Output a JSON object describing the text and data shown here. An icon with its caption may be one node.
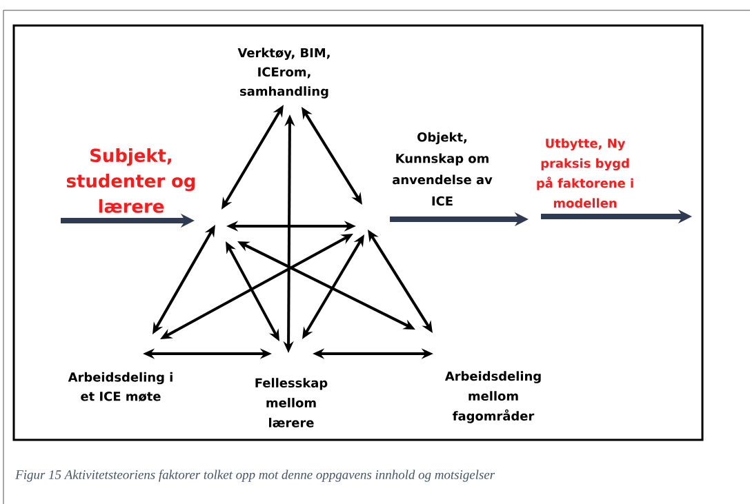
{
  "diagram": {
    "caption": "Figur 15 Aktivitetsteoriens faktorer tolket opp mot denne oppgavens innhold og motsigelser",
    "nodes": [
      {
        "text": [
          "Verktøy, BIM, ICErom, samhandling"
        ]
      },
      {
        "text": [
          "Subjekt, studenter og lærere"
        ]
      },
      {
        "text": [
          "Objekt, Kunnskap om anvendelse av ICE"
        ]
      },
      {
        "text": [
          "Utbytte, Ny praksis bygd på faktorene i modellen"
        ]
      },
      {
        "text": [
          "Arbeidsdeling i et ICE møte"
        ]
      },
      {
        "text": [
          "Fellesskap mellom lærere"
        ]
      },
      {
        "text": [
          "Arbeidsdeling mellom fagområder"
        ]
      }
    ],
    "edges": [
      {
        "from": 0,
        "to": 1,
        "arrow": "both"
      },
      {
        "from": 0,
        "to": 2,
        "arrow": "both"
      },
      {
        "from": 0,
        "to": 5,
        "arrow": "both"
      },
      {
        "from": 1,
        "to": 2,
        "arrow": "both"
      },
      {
        "from": 1,
        "to": 4,
        "arrow": "both"
      },
      {
        "from": 1,
        "to": 5,
        "arrow": "both"
      },
      {
        "from": 1,
        "to": 6,
        "arrow": "both"
      },
      {
        "from": 2,
        "to": 4,
        "arrow": "both"
      },
      {
        "from": 2,
        "to": 5,
        "arrow": "both"
      },
      {
        "from": 2,
        "to": 6,
        "arrow": "both"
      },
      {
        "from": 4,
        "to": 5,
        "arrow": "both"
      },
      {
        "from": 5,
        "to": 6,
        "arrow": "both"
      },
      {
        "from": null,
        "to": 1,
        "arrow": "to",
        "style": "thick",
        "color": "#2e3b52"
      },
      {
        "from": 2,
        "to": 3,
        "arrow": "to",
        "style": "thick",
        "color": "#2e3b52"
      },
      {
        "from": 3,
        "to": null,
        "arrow": "to",
        "style": "thick",
        "color": "#2e3b52"
      }
    ]
  }
}
